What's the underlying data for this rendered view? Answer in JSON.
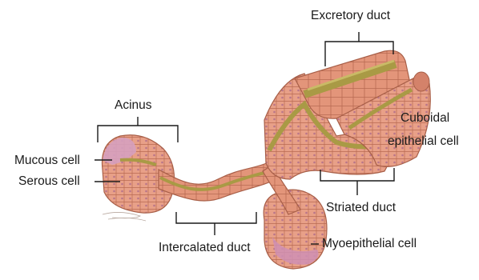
{
  "diagram": {
    "labels": {
      "excretory_duct": "Excretory duct",
      "acinus": "Acinus",
      "cuboidal_line1": "Cuboidal",
      "cuboidal_line2": "epithelial cell",
      "mucous_cell": "Mucous cell",
      "serous_cell": "Serous cell",
      "striated_duct": "Striated duct",
      "intercalated_duct": "Intercalated duct",
      "myoepithelial_cell": "Myoepithelial cell"
    },
    "colors": {
      "tissue": "#e3957a",
      "tissue_dark": "#b86a52",
      "cell_line": "#a85f48",
      "lumen": "#a99a45",
      "lumen_light": "#c9ba66",
      "mucous": "#d6a0bf",
      "myoepithelial": "#cf8fb4",
      "nucleus": "#8a4a8a",
      "bracket": "#1a1a1a"
    }
  }
}
